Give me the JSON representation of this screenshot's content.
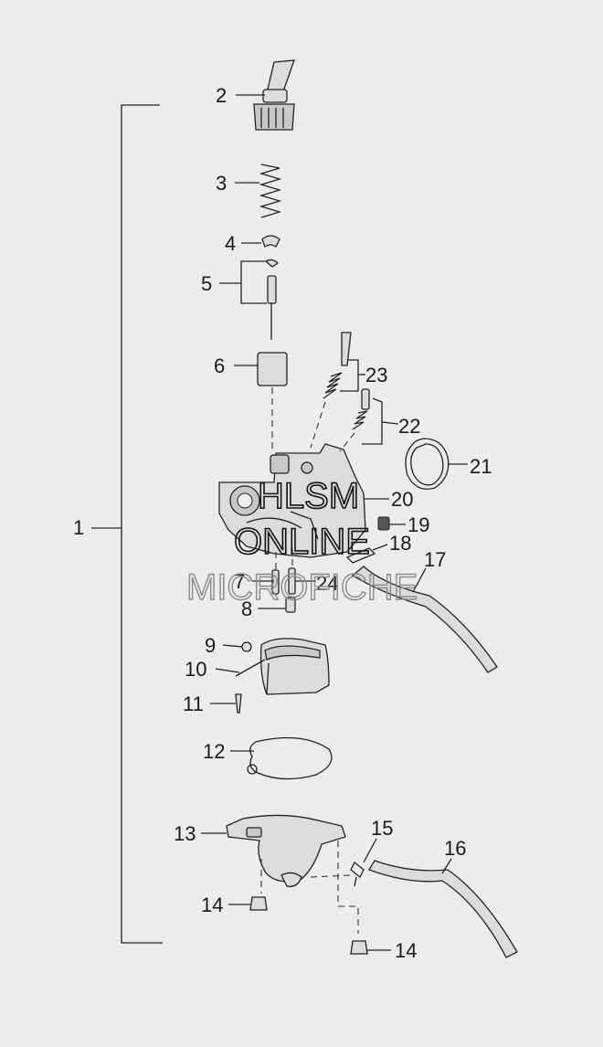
{
  "labels": {
    "p1": "1",
    "p2": "2",
    "p3": "3",
    "p4": "4",
    "p5": "5",
    "p6": "6",
    "p7": "7",
    "p8": "8",
    "p9": "9",
    "p10": "10",
    "p11": "11",
    "p12": "12",
    "p13": "13",
    "p14a": "14",
    "p14b": "14",
    "p15": "15",
    "p16": "16",
    "p17": "17",
    "p18": "18",
    "p19": "19",
    "p20": "20",
    "p21": "21",
    "p22": "22",
    "p23": "23",
    "p24": "24"
  },
  "watermark": {
    "line1": "HLSM",
    "line2": "ONLINE",
    "line3": "MICROFICHE"
  },
  "colors": {
    "background": "#ececec",
    "ink": "#1a1a1a",
    "part_fill": "#dcdcdc"
  }
}
